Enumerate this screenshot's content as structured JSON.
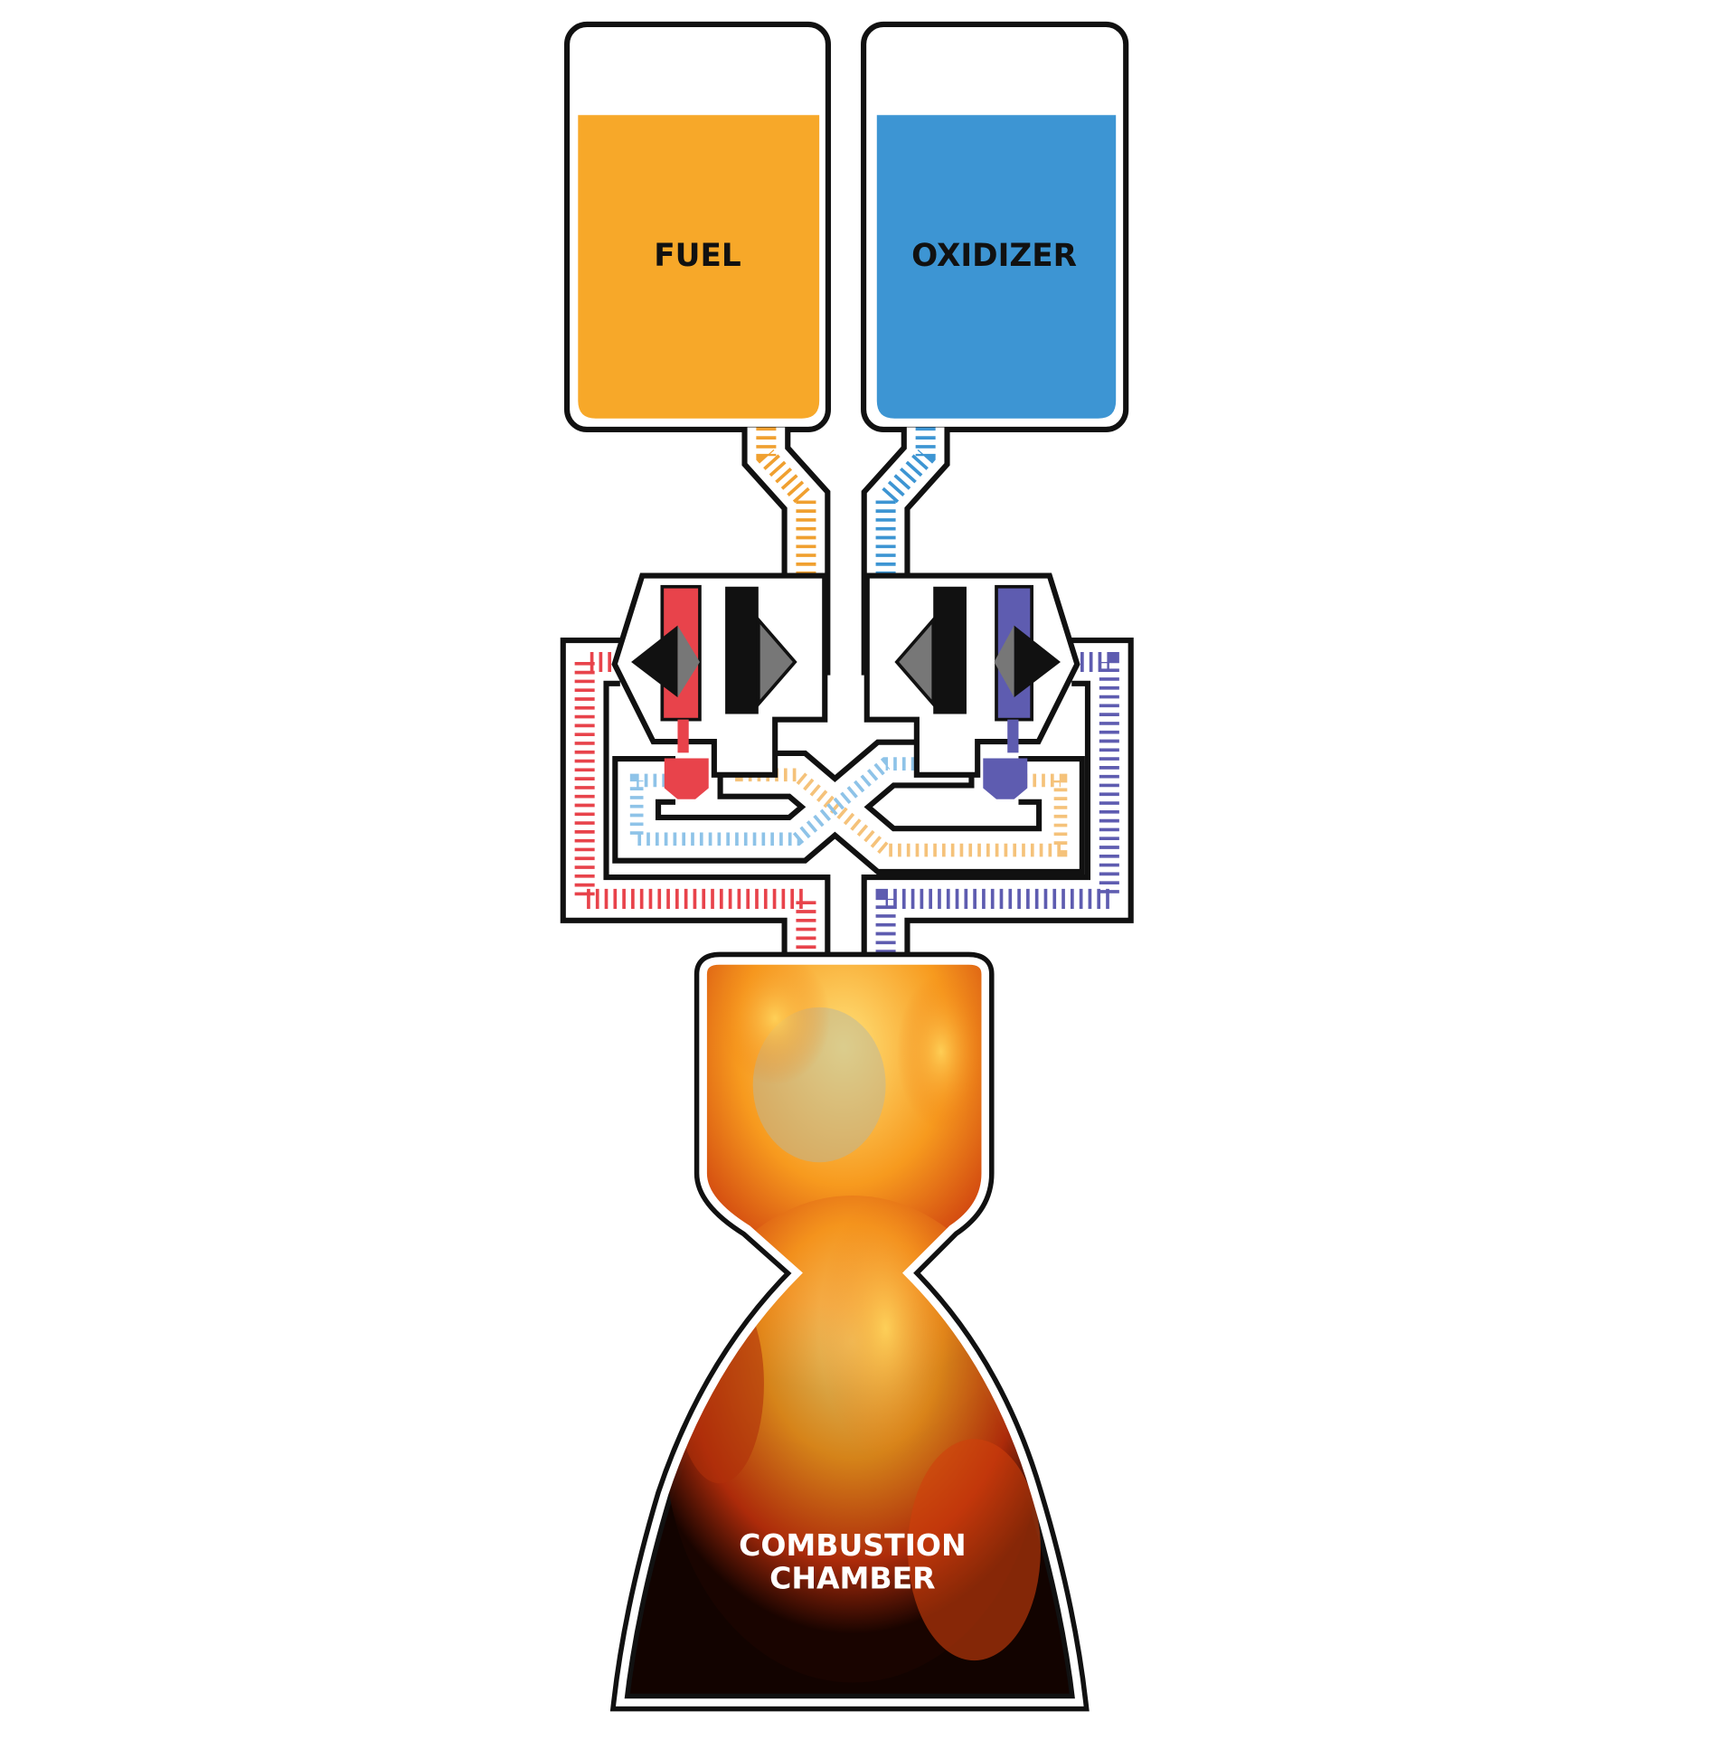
{
  "tanks": {
    "fuel": {
      "label": "FUEL",
      "color": "#F7A829"
    },
    "oxidizer": {
      "label": "OXIDIZER",
      "color": "#3D95D3"
    }
  },
  "pipes": {
    "fuel_color": "#F0A030",
    "oxidizer_color": "#3D95D3",
    "fuel_pump_drive_color": "#E8434B",
    "oxidizer_pump_drive_color": "#5E5CB0"
  },
  "chamber": {
    "line1": "COMBUSTION",
    "line2": "CHAMBER"
  }
}
